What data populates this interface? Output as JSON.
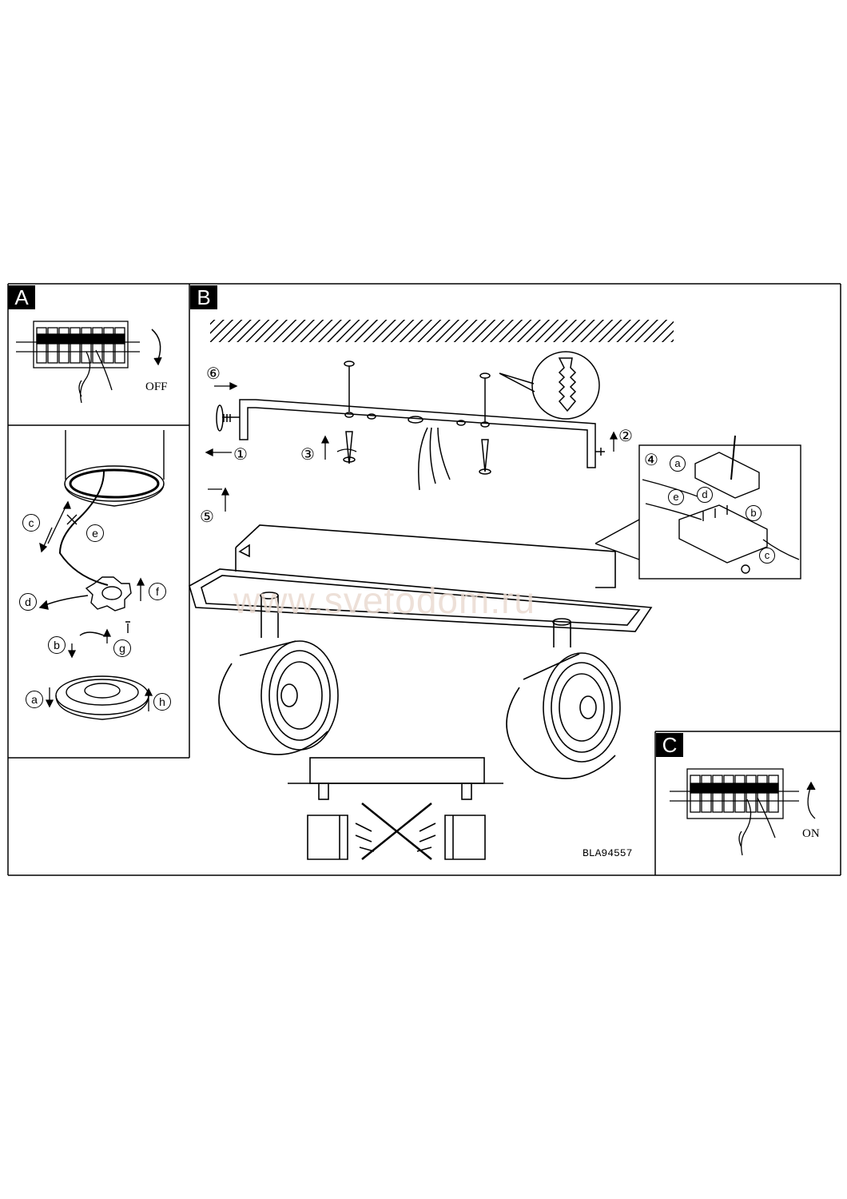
{
  "panels": {
    "a": "A",
    "b": "B",
    "c": "C"
  },
  "switch_labels": {
    "off": "OFF",
    "on": "ON"
  },
  "steps": [
    "①",
    "②",
    "③",
    "④",
    "⑤",
    "⑥"
  ],
  "sub_steps": {
    "a": "a",
    "b": "b",
    "c": "c",
    "d": "d",
    "e": "e",
    "f": "f",
    "g": "g",
    "h": "h"
  },
  "product_code": "BLA94557",
  "watermark": "www.svetodom.ru"
}
